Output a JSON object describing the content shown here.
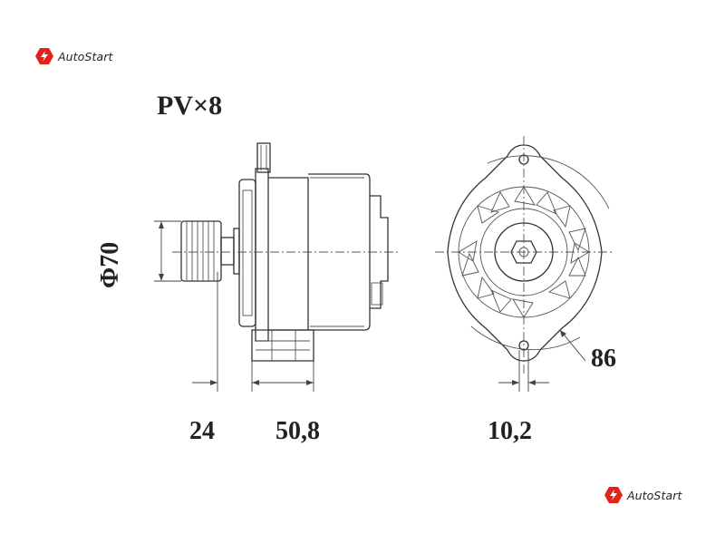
{
  "branding": {
    "logo_text": "AutoStart",
    "brand_color": "#e2231a"
  },
  "drawing": {
    "belt_label": "PV×8",
    "diameter_label": "Φ70",
    "dimensions": {
      "pulley_offset": "24",
      "mount_width": "50,8",
      "ear_bore": "10,2",
      "radius": "86"
    }
  }
}
